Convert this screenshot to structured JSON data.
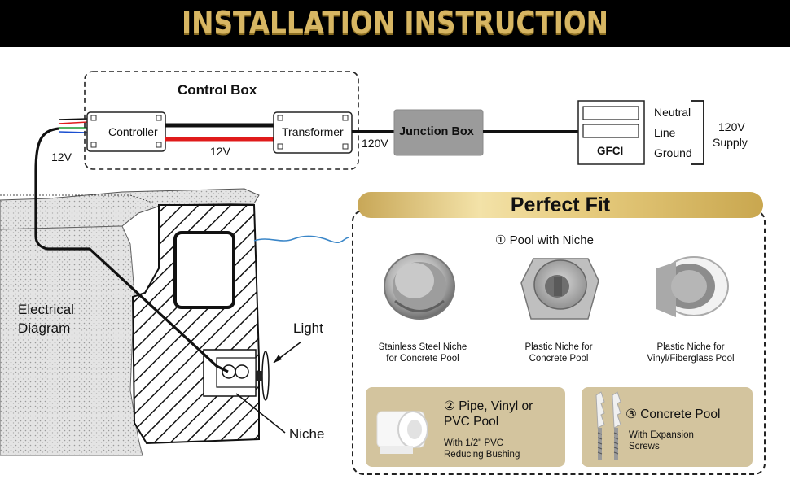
{
  "header": {
    "title": "INSTALLATION INSTRUCTION"
  },
  "diagram": {
    "control_box_title": "Control Box",
    "controller_label": "Controller",
    "transformer_label": "Transformer",
    "voltage_12v_left": "12V",
    "voltage_12v_mid": "12V",
    "voltage_120v": "120V",
    "junction_box_label": "Junction Box",
    "gfci_label": "GFCI",
    "neutral_label": "Neutral",
    "line_label": "Line",
    "ground_label": "Ground",
    "supply_label_1": "120V",
    "supply_label_2": "Supply",
    "electrical_label_1": "Electrical",
    "electrical_label_2": "Diagram",
    "light_label": "Light",
    "niche_label": "Niche",
    "wire_colors": {
      "black": "#111111",
      "red": "#e01b1b",
      "water": "#3a86c8",
      "junction": "#9b9b9b"
    }
  },
  "perfect_fit": {
    "title": "Perfect Fit",
    "pool_with_niche": "① Pool with Niche",
    "niches": [
      {
        "caption_1": "Stainless Steel Niche",
        "caption_2": "for Concrete Pool"
      },
      {
        "caption_1": "Plastic Niche for",
        "caption_2": "Concrete Pool"
      },
      {
        "caption_1": "Plastic Niche for",
        "caption_2": "Vinyl/Fiberglass Pool"
      }
    ],
    "card_pipe": {
      "title_1": "② Pipe, Vinyl or",
      "title_2": "PVC Pool",
      "sub_1": "With 1/2\" PVC",
      "sub_2": "Reducing Bushing"
    },
    "card_concrete": {
      "title": "③ Concrete Pool",
      "sub_1": "With Expansion",
      "sub_2": "Screws"
    },
    "accent_gold": "#d7b663",
    "card_color": "#d3c49e"
  }
}
